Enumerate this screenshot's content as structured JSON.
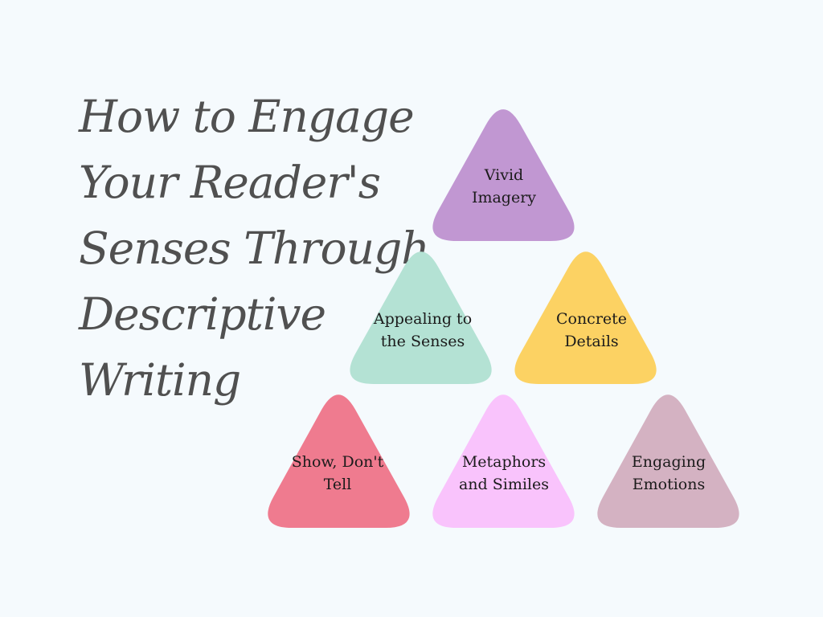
{
  "title": {
    "lines": [
      "How to Engage",
      "Your Reader's",
      "Senses Through",
      "Descriptive",
      "Writing"
    ]
  },
  "pyramid": {
    "blocks": [
      {
        "label": [
          "Vivid",
          "Imagery"
        ],
        "color": "#c197d2"
      },
      {
        "label": [
          "Appealing to",
          "the Senses"
        ],
        "color": "#b4e2d4"
      },
      {
        "label": [
          "Concrete",
          "Details"
        ],
        "color": "#fcd263"
      },
      {
        "label": [
          "Show, Don't",
          "Tell"
        ],
        "color": "#ef7b8f"
      },
      {
        "label": [
          "Metaphors",
          "and Similes"
        ],
        "color": "#f9c3fc"
      },
      {
        "label": [
          "Engaging",
          "Emotions"
        ],
        "color": "#d4b2c2"
      }
    ]
  }
}
